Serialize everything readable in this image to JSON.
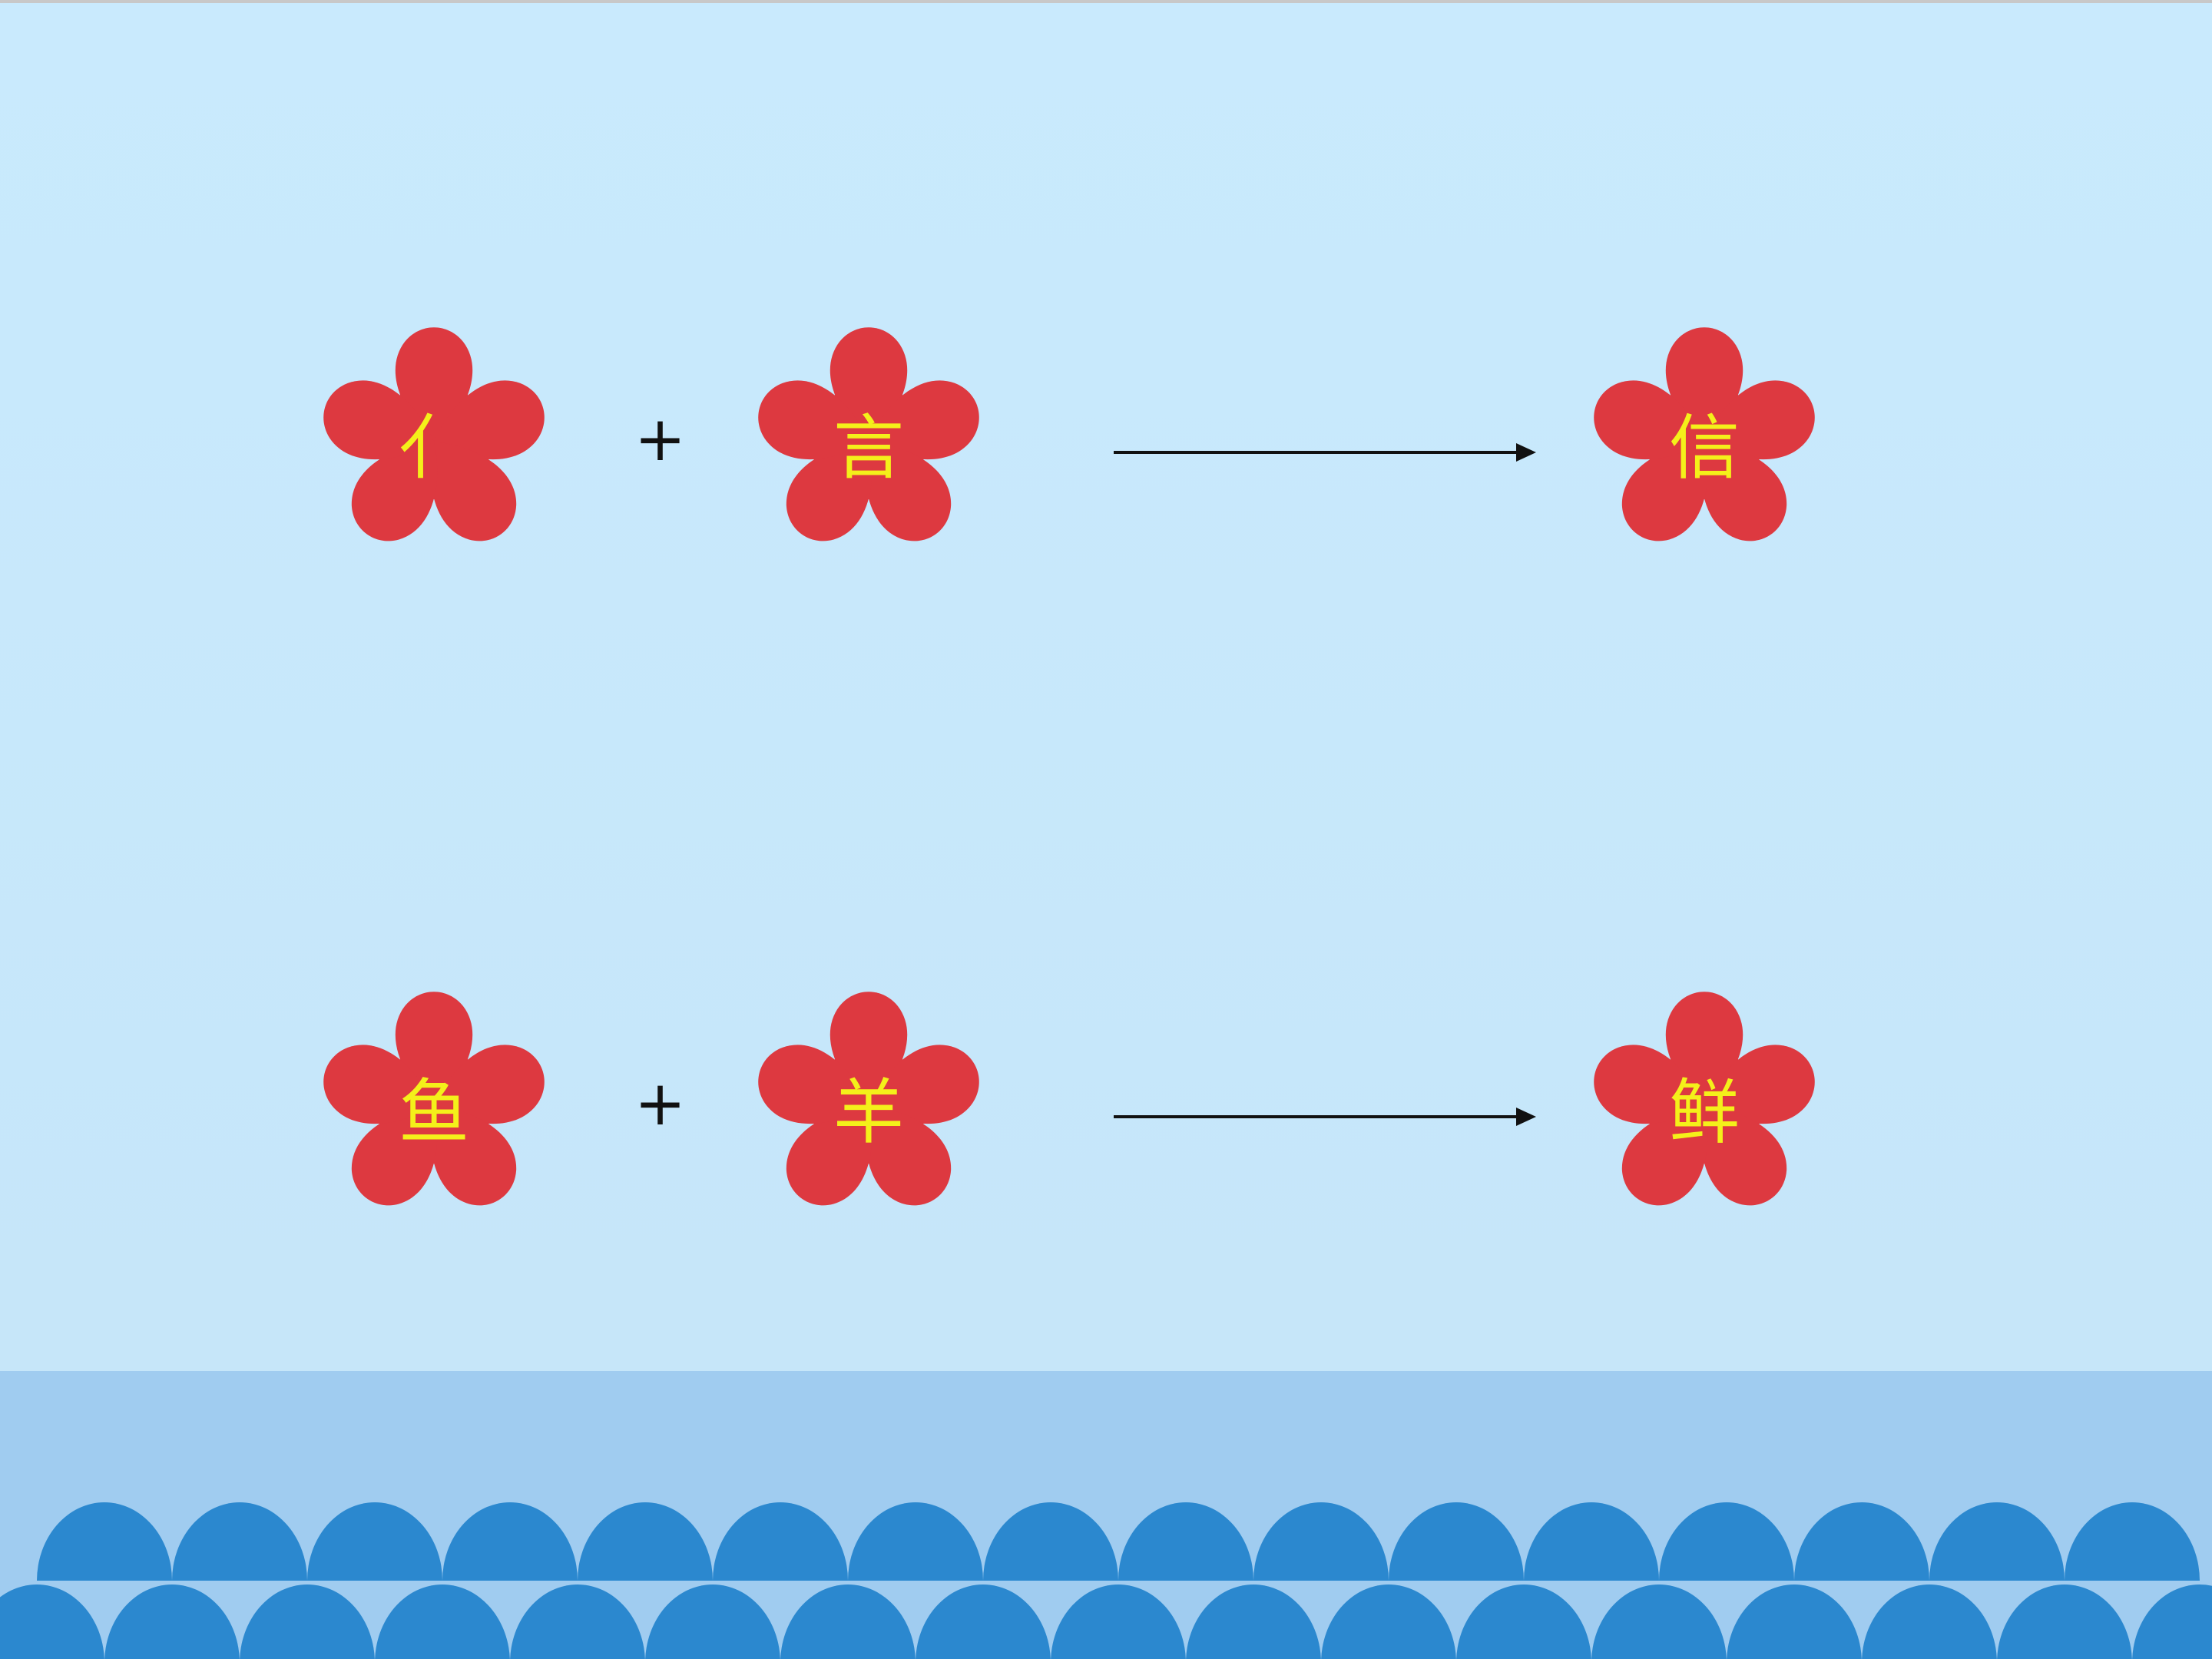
{
  "colors": {
    "background": "#c7e8fa",
    "flower": "#dd3940",
    "character": "#f4f01a",
    "water": "#a0ccf0",
    "waves": "#2b88cf"
  },
  "equations": [
    {
      "part1": "亻",
      "operator": "+",
      "part2": "言",
      "result": "信"
    },
    {
      "part1": "鱼",
      "operator": "+",
      "part2": "羊",
      "result": "鲜"
    }
  ]
}
